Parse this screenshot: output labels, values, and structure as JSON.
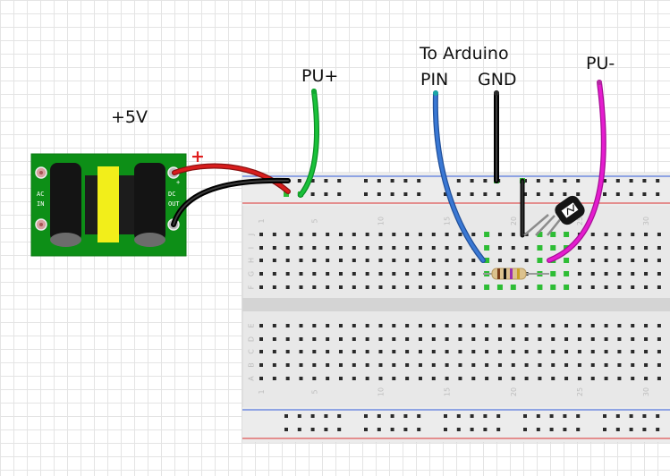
{
  "labels": {
    "supply": "+5V",
    "pu_plus": "PU+",
    "to_arduino": "To Arduino",
    "pin": "PIN",
    "gnd": "GND",
    "pu_minus": "PU-",
    "plus_sign": "+"
  },
  "module": {
    "ac_line1": "AC",
    "ac_line2": "IN",
    "dc_line1": "DC",
    "dc_line2": "OUT",
    "plus_mark": "+"
  },
  "breadboard": {
    "column_numbers": [
      "1",
      "5",
      "10",
      "15",
      "20",
      "25",
      "30"
    ],
    "upper_rows": [
      "J",
      "I",
      "H",
      "G",
      "F"
    ],
    "lower_rows": [
      "E",
      "D",
      "C",
      "B",
      "A"
    ]
  },
  "colors": {
    "pcb": "#0d8f17",
    "wire_red": "#d81d1d",
    "wire_black": "#1a1a1a",
    "wire_green": "#19c23a",
    "wire_blue": "#3a78d4",
    "wire_magenta": "#e51ccf",
    "rail_red": "#e05555",
    "rail_blue": "#5577dd",
    "board": "#e7e7e7",
    "highlight": "#2ebd35"
  }
}
